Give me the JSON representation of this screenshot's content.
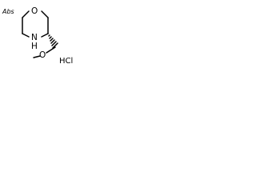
{
  "molecule": {
    "stereo_descriptor": "Abs",
    "ring_oxygen": "O",
    "ring_nitrogen": "N",
    "nitrogen_hydrogen": "H",
    "hydroxyl_oxygen": "O",
    "salt": "HCl"
  }
}
